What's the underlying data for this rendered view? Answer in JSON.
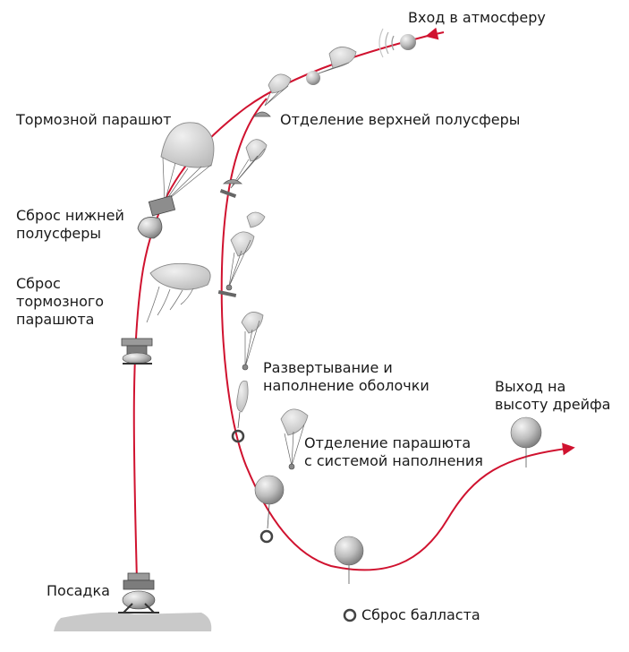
{
  "labels": {
    "atmosphere_entry": "Вход в атмосферу",
    "upper_hemisphere_separation": "Отделение верхней полусферы",
    "drogue_parachute": "Тормозной парашют",
    "lower_hemisphere_drop": "Сброс нижней полусферы",
    "drogue_parachute_drop": "Сброс тормозного парашюта",
    "balloon_deployment": "Развертывание и наполнение оболочки",
    "parachute_separation": "Отделение парашюта с системой наполнения",
    "drift_altitude": "Выход на высоту дрейфа",
    "landing": "Посадка",
    "ballast_drop": "Сброс балласта"
  },
  "colors": {
    "trajectory": "#d0122f",
    "canopy": "#d6d6d6",
    "balloon": "#b5b5b5",
    "ground": "#c9c9c9",
    "text": "#1a1a1a"
  }
}
